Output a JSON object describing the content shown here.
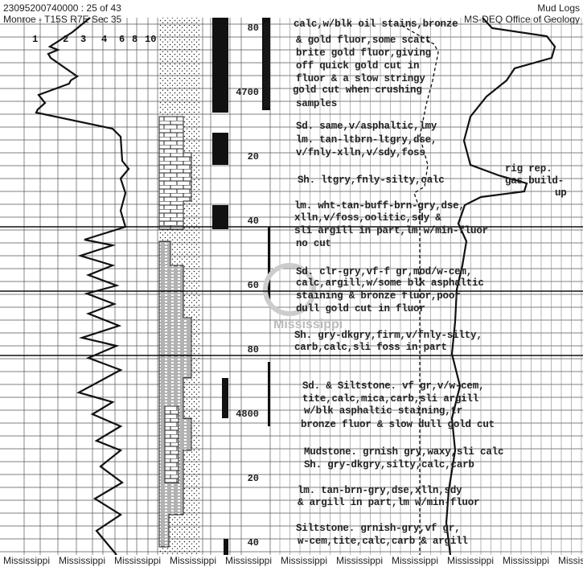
{
  "header": {
    "doc_id": "23095200740000 : 25 of 43",
    "location": "Monroe - T15S R7E Sec 35",
    "doc_type": "Mud Logs",
    "agency": "MS-DEQ Office of Geology"
  },
  "scale_labels": [
    "1",
    "2",
    "3",
    "4",
    "6",
    "8",
    "10"
  ],
  "depths": [
    "80",
    "4700",
    "20",
    "40",
    "60",
    "80",
    "4800",
    "20",
    "40"
  ],
  "descriptions": [
    "calc,w/blk oil stains,bronze",
    "& gold fluor,some scatt",
    "brite gold fluor,giving",
    "off quick gold cut in",
    "fluor & a slow stringy",
    "gold cut when crushing",
    "samples",
    "Sd. same,v/asphaltic,lmy",
    "lm. tan-ltbrn-ltgry,dse,",
    "v/fnly-xlln,v/sdy,foss",
    "Sh. ltgry,fnly-silty,calc",
    "lm. wht-tan-buff-brn-gry,dse,",
    "xlln,v/foss,oolitic,sdy &",
    "sli argill in part,lm w/min-fluor",
    "no cut",
    "Sd. clr-gry,vf-f gr,mod/w-cem,",
    "calc,argill,w/some blk asphaltic",
    "staining & bronze fluor,poor",
    "dull gold cut in fluor",
    "Sh. gry-dkgry,firm,v/fnly-silty,",
    "carb,calc,sli foss in part",
    "Sd. & Siltstone. vf gr,v/w-cem,",
    "tite,calc,mica,carb,sli argill",
    "w/blk asphaltic staining,tr",
    "bronze fluor & slow dull gold cut",
    "Mudstone. grnish gry,waxy,sli calc",
    "Sh. gry-dkgry,silty,calc,carb",
    "lm. tan-brn-gry,dse,xlln,sdy",
    "& argill in part,lm w/min-fluor",
    "Siltstone. grnish-gry,vf gr,",
    "w-cem,tite,calc,carb & argill"
  ],
  "annotation": [
    "rig rep.",
    "gas build-",
    "up"
  ],
  "watermark": "Mississippi",
  "footer": [
    "Mississippi",
    "Mississippi",
    "Mississippi",
    "Mississippi",
    "Mississippi",
    "Mississippi",
    "Mississippi",
    "Mississippi",
    "Mississippi",
    "Mississippi",
    "Mississippi"
  ]
}
